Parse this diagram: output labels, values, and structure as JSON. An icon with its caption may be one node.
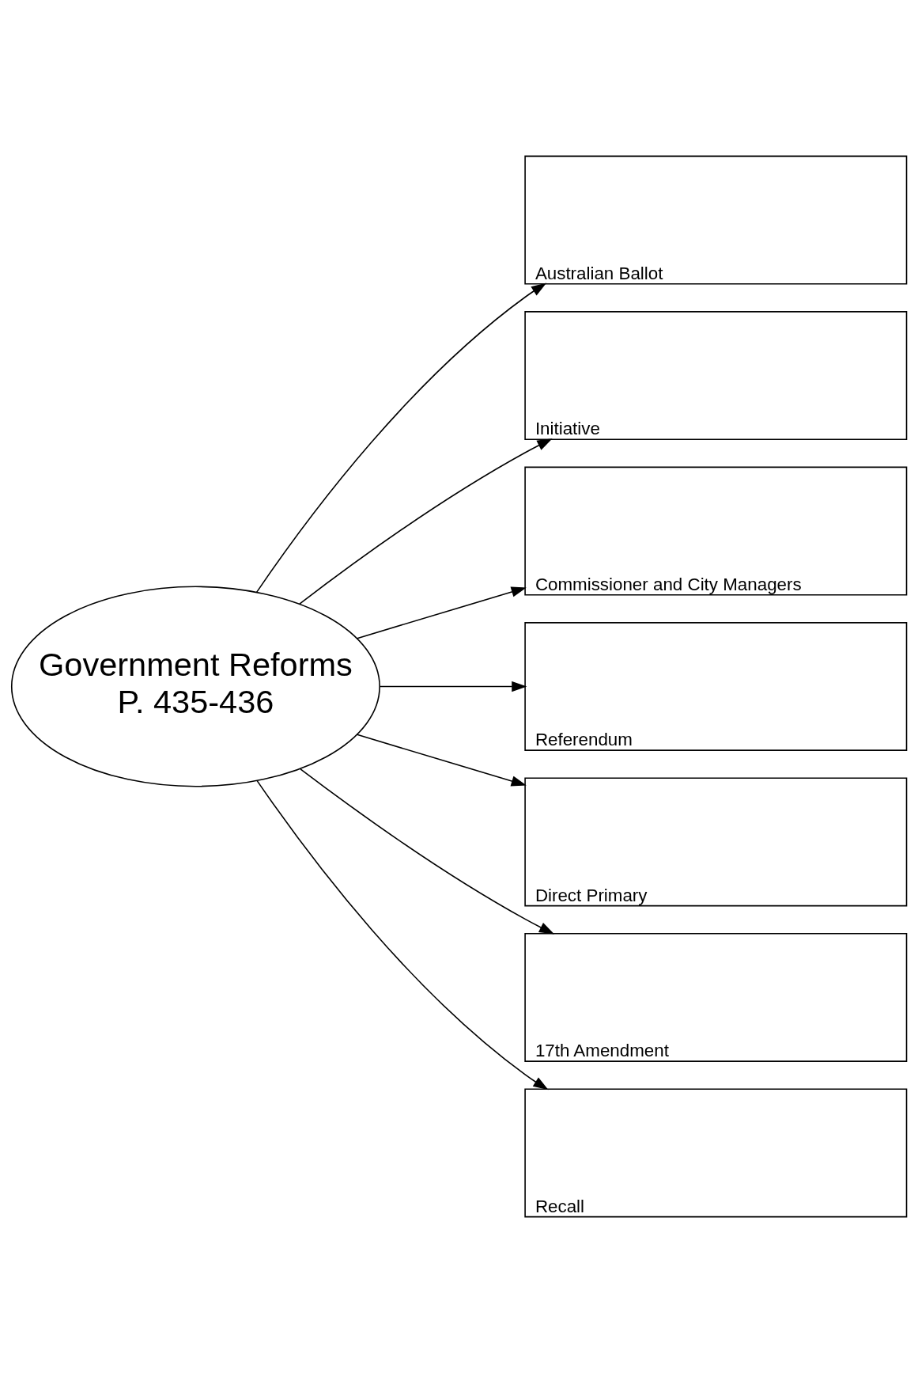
{
  "diagram": {
    "nodes": [
      {
        "text": [
          "Australian Ballot"
        ]
      },
      {
        "text": [
          "Initiative"
        ]
      },
      {
        "text": [
          "Commissioner and City Managers"
        ]
      },
      {
        "text": [
          "Government Reforms",
          "P. 435-436"
        ]
      },
      {
        "text": [
          "Referendum"
        ]
      },
      {
        "text": [
          "Direct Primary"
        ]
      },
      {
        "text": [
          "17th Amendment"
        ]
      },
      {
        "text": [
          "Recall"
        ]
      }
    ],
    "edges": [
      {
        "from": 3,
        "to": 0,
        "arrow": "to"
      },
      {
        "from": 3,
        "to": 1,
        "arrow": "to"
      },
      {
        "from": 3,
        "to": 2,
        "arrow": "to"
      },
      {
        "from": 3,
        "to": 4,
        "arrow": "to"
      },
      {
        "from": 3,
        "to": 5,
        "arrow": "to"
      },
      {
        "from": 3,
        "to": 6,
        "arrow": "to"
      },
      {
        "from": 3,
        "to": 7,
        "arrow": "to"
      }
    ]
  }
}
